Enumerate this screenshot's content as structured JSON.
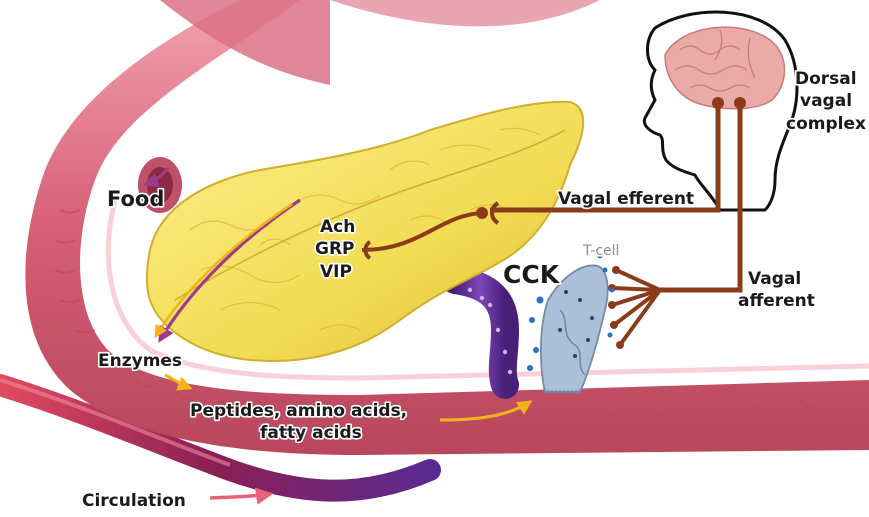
{
  "labels": {
    "food": "Food",
    "ach": "Ach",
    "grp": "GRP",
    "vip": "VIP",
    "cck": "CCK",
    "t_cell": "T-cell",
    "vagal_efferent": "Vagal efferent",
    "vagal_afferent_line1": "Vagal",
    "vagal_afferent_line2": "afferent",
    "dorsal_line1": "Dorsal",
    "dorsal_line2": "vagal",
    "dorsal_line3": "complex",
    "enzymes": "Enzymes",
    "peptides_line1": "Peptides, amino acids,",
    "peptides_line2": "fatty acids",
    "circulation": "Circulation"
  },
  "colors": {
    "intestine": "#d9667a",
    "intestine_dark": "#b8475c",
    "intestine_light": "#ef9aa8",
    "pancreas": "#f4e264",
    "pancreas_dark": "#d9b935",
    "nerve": "#8b3a1a",
    "vessel": "#6a2fa0",
    "vessel_light": "#8e5bc4",
    "blood": "#b3203c",
    "t_cell": "#a8bcd6",
    "brain": "#e9aaa8",
    "arrow_gold": "#f2b31a",
    "arrow_magenta": "#9a3b8c"
  }
}
